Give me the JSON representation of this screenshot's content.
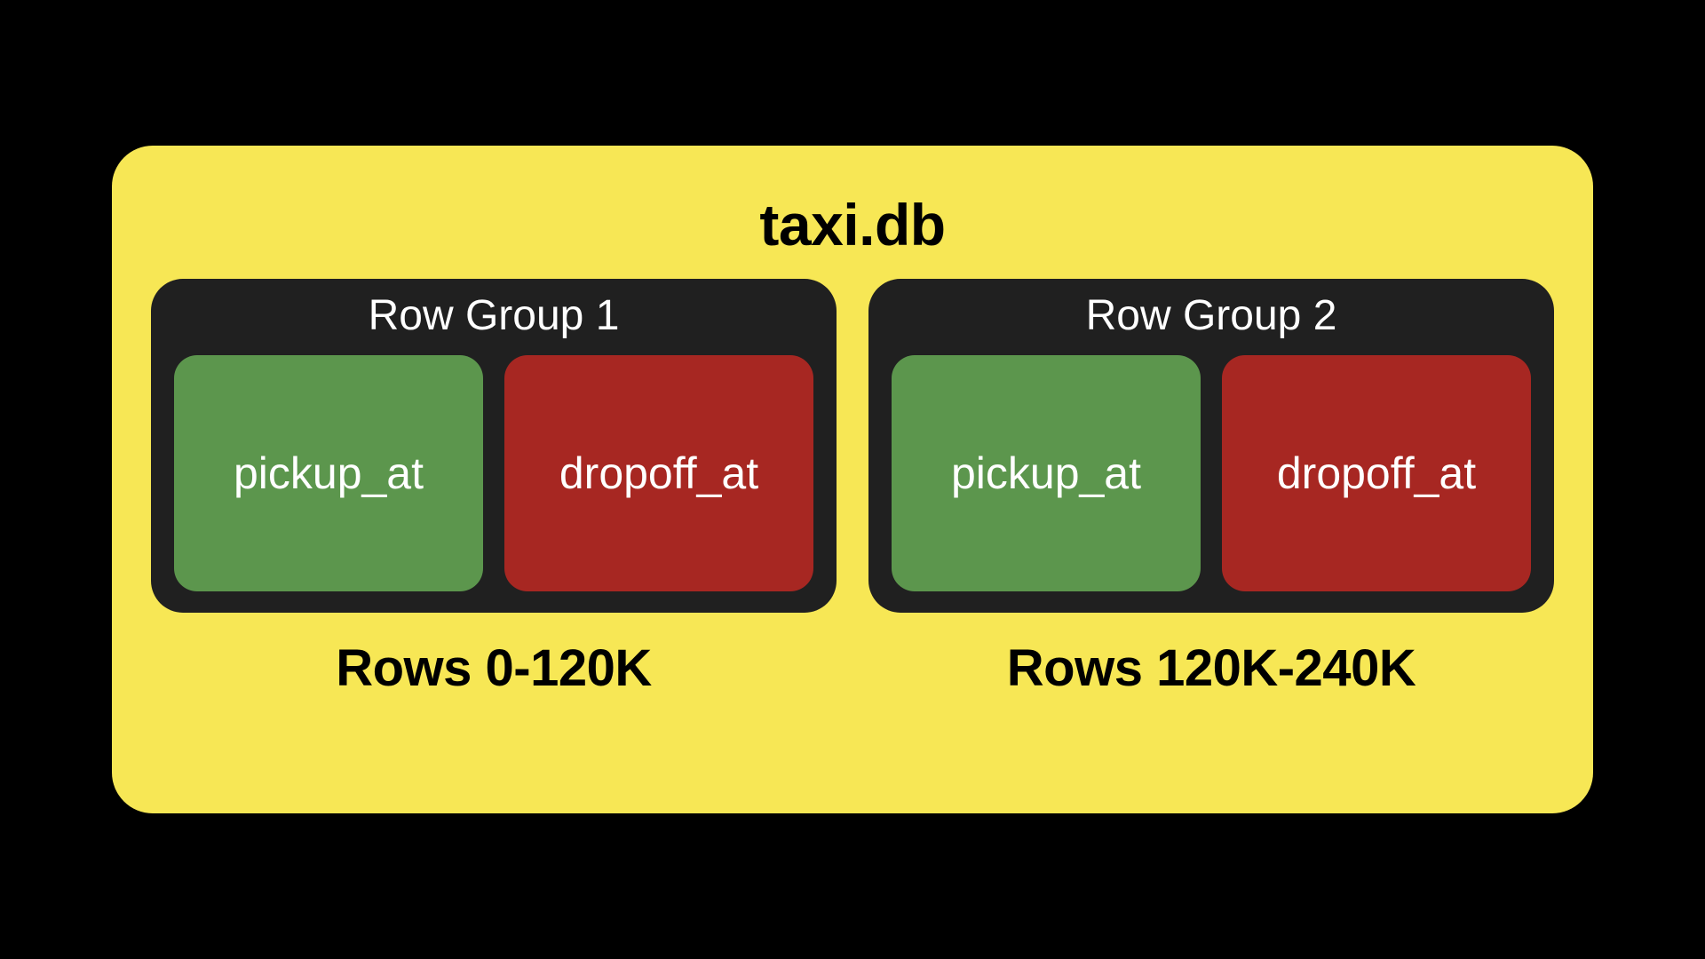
{
  "diagram": {
    "title": "taxi.db",
    "colors": {
      "background": "#000000",
      "card": "#F7E755",
      "group_panel": "#202020",
      "column_green": "#5C964D",
      "column_red": "#A72722",
      "title_text": "#000000",
      "group_text": "#FFFFFF"
    },
    "groups": [
      {
        "title": "Row Group 1",
        "rows_label": "Rows 0-120K",
        "columns": [
          {
            "label": "pickup_at",
            "color": "green"
          },
          {
            "label": "dropoff_at",
            "color": "red"
          }
        ]
      },
      {
        "title": "Row Group 2",
        "rows_label": "Rows 120K-240K",
        "columns": [
          {
            "label": "pickup_at",
            "color": "green"
          },
          {
            "label": "dropoff_at",
            "color": "red"
          }
        ]
      }
    ]
  }
}
